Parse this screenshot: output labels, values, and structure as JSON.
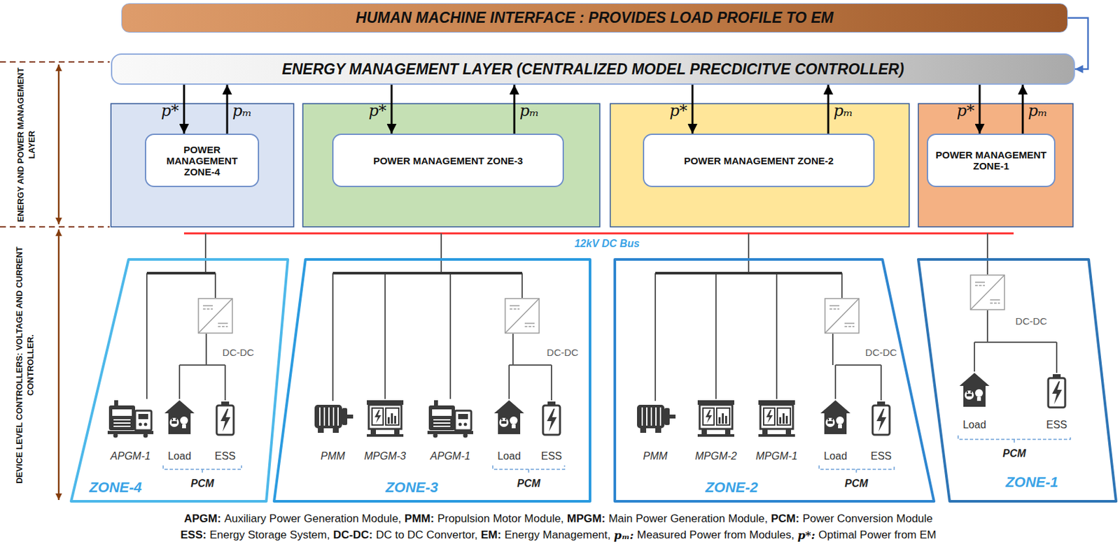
{
  "diagram": {
    "nodes": [
      {
        "text": [
          "HUMAN MACHINE INTERFACE : PROVIDES LOAD PROFILE TO EM"
        ]
      },
      {
        "text": [
          "ENERGY MANAGEMENT LAYER (CENTRALIZED MODEL PRECDICITVE CONTROLLER)"
        ]
      },
      {
        "text": [
          "POWER MANAGEMENT ZONE-4"
        ]
      },
      {
        "text": [
          "POWER MANAGEMENT ZONE-3"
        ]
      },
      {
        "text": [
          "POWER MANAGEMENT ZONE-2"
        ]
      },
      {
        "text": [
          "POWER MANAGEMENT ZONE-1"
        ]
      },
      {
        "text": [
          "ZONE-4"
        ]
      },
      {
        "text": [
          "ZONE-3"
        ]
      },
      {
        "text": [
          "ZONE-2"
        ]
      },
      {
        "text": [
          "ZONE-1"
        ]
      }
    ],
    "edges": [
      {
        "from": 0,
        "to": 1,
        "arrow": "to"
      },
      {
        "from": 1,
        "to": 2,
        "label": "p*",
        "arrow": "to"
      },
      {
        "from": 2,
        "to": 1,
        "label": "pₘ",
        "arrow": "to"
      },
      {
        "from": 1,
        "to": 3,
        "label": "p*",
        "arrow": "to"
      },
      {
        "from": 3,
        "to": 1,
        "label": "pₘ",
        "arrow": "to"
      },
      {
        "from": 1,
        "to": 4,
        "label": "p*",
        "arrow": "to"
      },
      {
        "from": 4,
        "to": 1,
        "label": "pₘ",
        "arrow": "to"
      },
      {
        "from": 1,
        "to": 5,
        "label": "p*",
        "arrow": "to"
      },
      {
        "from": 5,
        "to": 1,
        "label": "pₘ",
        "arrow": "to"
      }
    ],
    "labels": [
      "ENERGY AND POWER MANAGEMENT LAYER",
      "DEVICE LEVEL CONTROLLERS: VOLTAGE AND CURRENT CONTROLLER.",
      "12kV DC Bus",
      "DC-DC",
      "APGM-1",
      "Load",
      "ESS",
      "PCM",
      "DC-DC",
      "PMM",
      "MPGM-3",
      "APGM-1",
      "Load",
      "ESS",
      "PCM",
      "DC-DC",
      "PMM",
      "MPGM-2",
      "MPGM-1",
      "Load",
      "ESS",
      "PCM",
      "DC-DC",
      "Load",
      "ESS",
      "PCM",
      "APGM:",
      "Auxiliary Power Generation Module,",
      "PMM:",
      "Propulsion Motor Module,",
      "MPGM:",
      "Main Power Generation Module,",
      "PCM:",
      "Power Conversion Module",
      "ESS:",
      "Energy Storage System,",
      "DC-DC:",
      "DC to DC Convertor,",
      "EM:",
      "Energy Management,",
      "pₘ:",
      "Measured Power from Modules,",
      "p*:",
      "Optimal Power from EM"
    ]
  }
}
